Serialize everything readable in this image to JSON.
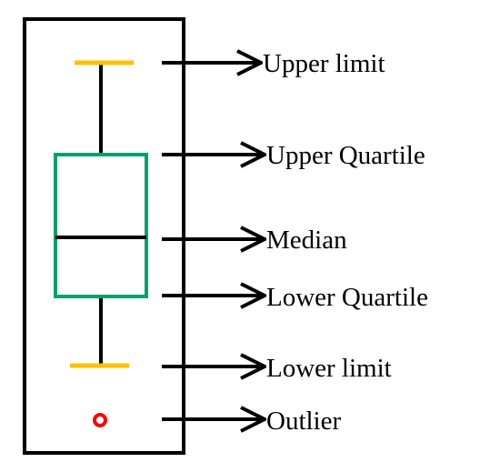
{
  "labels": {
    "upper_limit": "Upper limit",
    "upper_quartile": "Upper Quartile",
    "median": "Median",
    "lower_quartile": "Lower Quartile",
    "lower_limit": "Lower limit",
    "outlier": "Outlier"
  },
  "colors": {
    "frame": "#000000",
    "whisker_cap": "#ffc000",
    "box": "#00a06b",
    "outlier": "#ff0000",
    "arrow": "#000000"
  }
}
